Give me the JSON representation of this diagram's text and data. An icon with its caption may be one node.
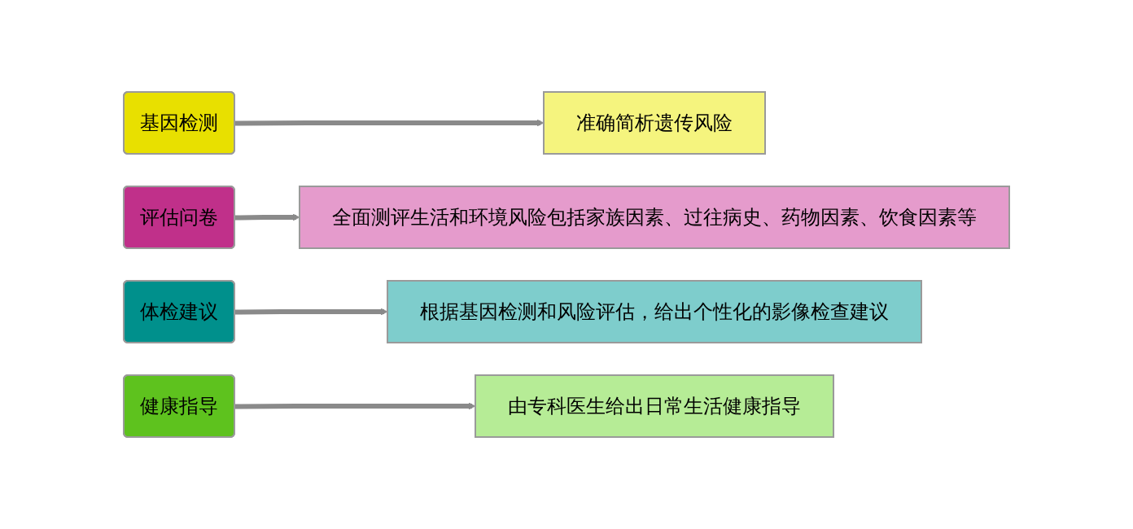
{
  "diagram": {
    "nodes": [
      {
        "text": [
          "基因检测"
        ]
      },
      {
        "text": [
          "准确简析遗传风险"
        ]
      },
      {
        "text": [
          "评估问卷"
        ]
      },
      {
        "text": [
          "全面测评生活和环境风险包括家族因素、过往病史、药物因素、饮食因素等"
        ]
      },
      {
        "text": [
          "体检建议"
        ]
      },
      {
        "text": [
          "根据基因检测和风险评估，给出个性化的影像检查建议"
        ]
      },
      {
        "text": [
          "健康指导"
        ]
      },
      {
        "text": [
          "由专科医生给出日常生活健康指导"
        ]
      }
    ],
    "edges": [
      {
        "from": 0,
        "to": 1,
        "arrow": "to"
      },
      {
        "from": 2,
        "to": 3,
        "arrow": "to"
      },
      {
        "from": 4,
        "to": 5,
        "arrow": "to"
      },
      {
        "from": 6,
        "to": 7,
        "arrow": "to"
      }
    ]
  }
}
